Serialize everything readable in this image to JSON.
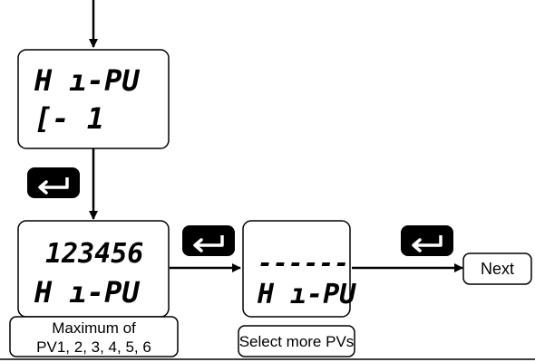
{
  "displays": {
    "top": {
      "line1": "H ı-PU",
      "line2": "[- 1"
    },
    "left": {
      "line1": "123456",
      "line2": "H ı-PU"
    },
    "middle": {
      "line1": "------",
      "line2": "H ı-PU"
    }
  },
  "labels": {
    "max_line1": "Maximum of",
    "max_line2": "PV1, 2, 3, 4, 5, 6",
    "select_more": "Select more PVs",
    "next": "Next"
  },
  "icons": {
    "enter": "enter-key-icon"
  }
}
